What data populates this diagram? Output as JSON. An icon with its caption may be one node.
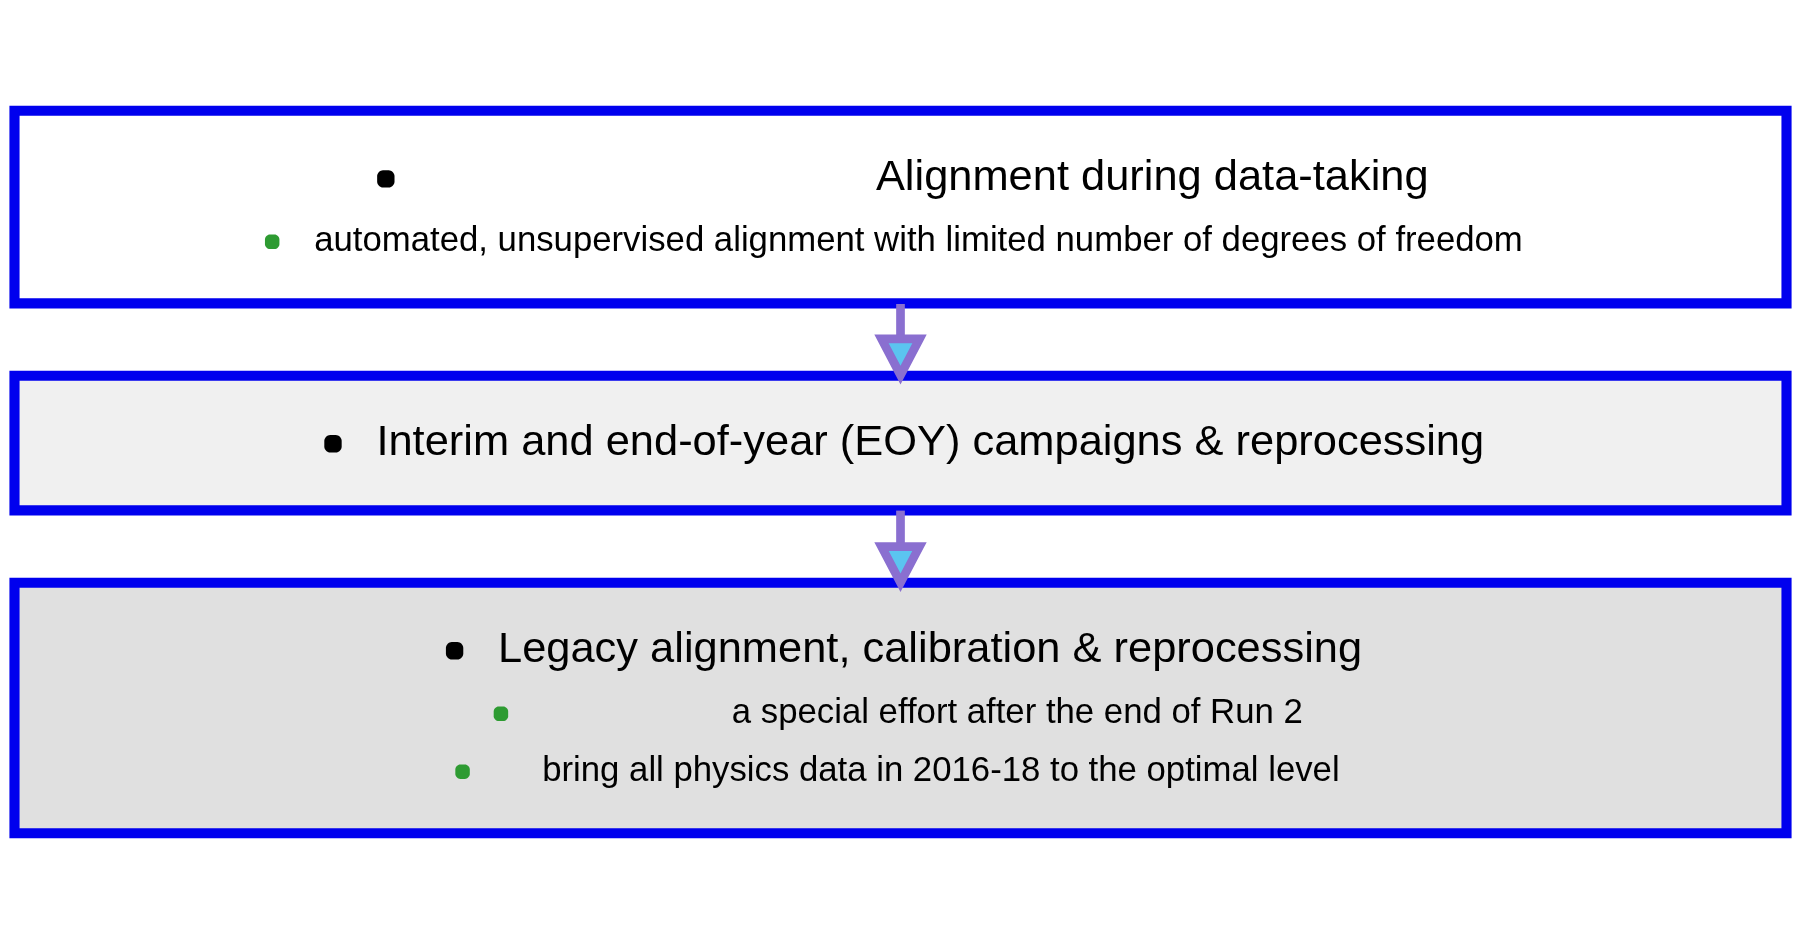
{
  "diagram": {
    "nodes": [
      {
        "text": [
          "Alignment during data-taking",
          "automated, unsupervised alignment with limited number of degrees of freedom"
        ]
      },
      {
        "text": [
          "Interim and end-of-year (EOY) campaigns & reprocessing"
        ]
      },
      {
        "text": [
          "Legacy alignment, calibration & reprocessing",
          "a special effort after the end of Run 2",
          "bring all physics data in 2016-18 to the optimal level"
        ]
      }
    ],
    "edges": [
      {
        "from": 0,
        "to": 1,
        "arrow": "to"
      },
      {
        "from": 1,
        "to": 2,
        "arrow": "to"
      }
    ]
  }
}
